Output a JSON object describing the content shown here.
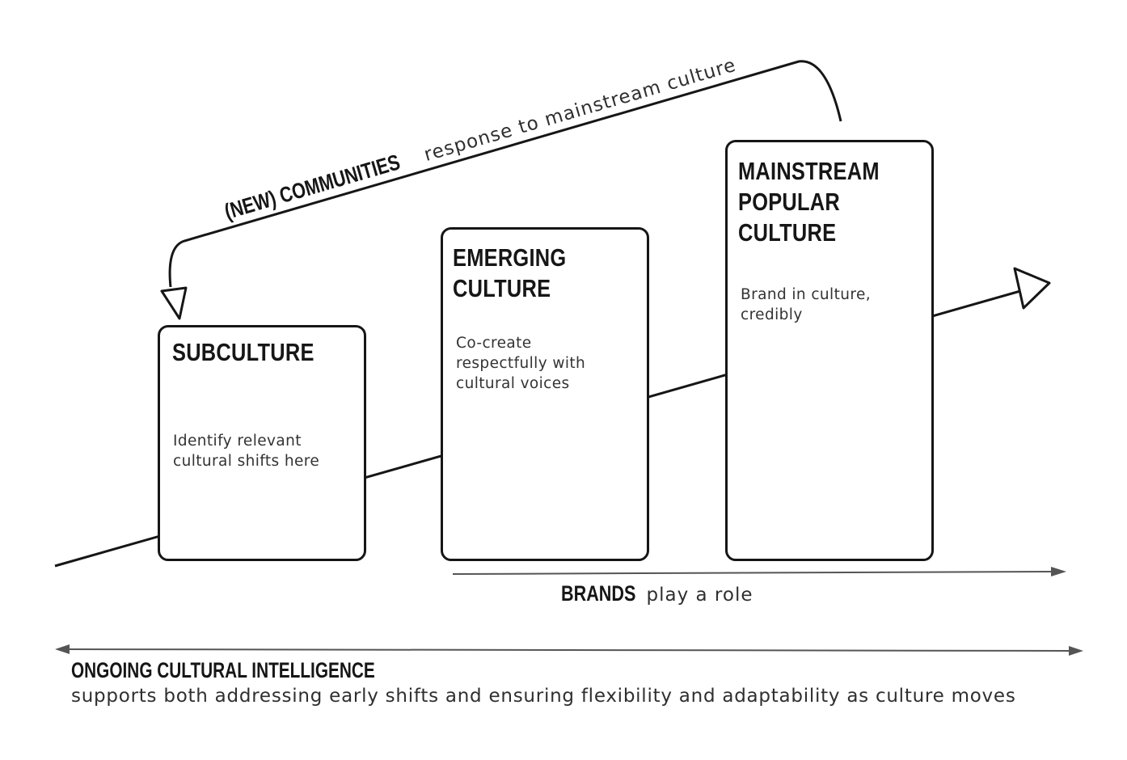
{
  "diagram": {
    "boxes": [
      {
        "id": "subculture",
        "title": "SUBCULTURE",
        "body": "Identify relevant\ncultural shifts here"
      },
      {
        "id": "emerging",
        "title": "EMERGING\nCULTURE",
        "body": "Co-create\nrespectfully with\ncultural voices"
      },
      {
        "id": "mainstream",
        "title": "MAINSTREAM\nPOPULAR\nCULTURE",
        "body": "Brand in culture,\ncredibly"
      }
    ],
    "feedback": {
      "emphasis": "(NEW) COMMUNITIES",
      "text": "response to mainstream culture"
    },
    "brands": {
      "emphasis": "BRANDS",
      "text": "play a role"
    },
    "intelligence": {
      "emphasis": "ONGOING CULTURAL INTELLIGENCE",
      "text": "supports both addressing early shifts and ensuring flexibility and adaptability as culture moves"
    }
  },
  "colors": {
    "ink": "#161616",
    "text": "#333333",
    "thin_line": "#555555"
  }
}
